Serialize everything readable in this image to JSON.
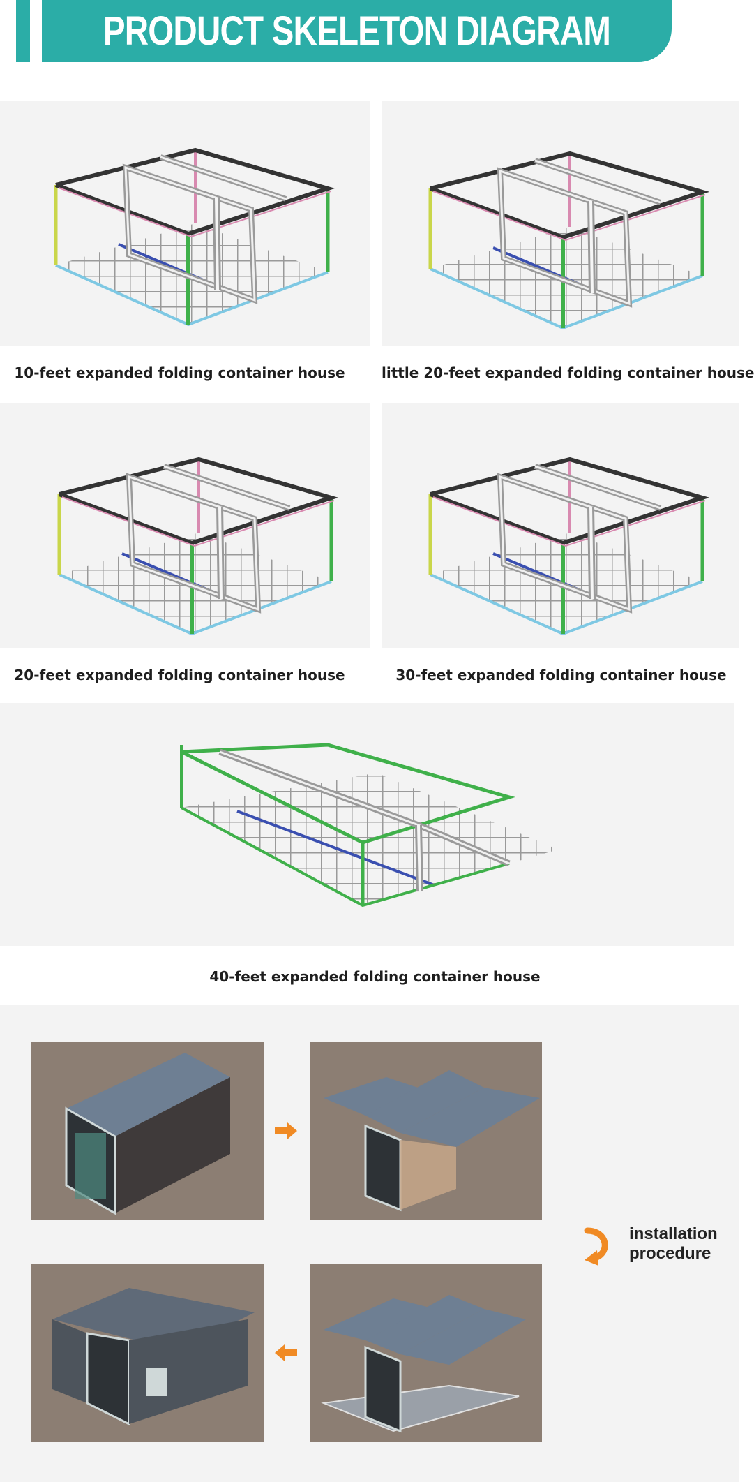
{
  "banner": {
    "title": "PRODUCT SKELETON DIAGRAM",
    "color": "#2bada7"
  },
  "models": [
    {
      "caption": "10-feet expanded folding container house"
    },
    {
      "caption": "little 20-feet expanded folding container house"
    },
    {
      "caption": "20-feet expanded folding container house"
    },
    {
      "caption": "30-feet expanded folding container house"
    },
    {
      "caption": "40-feet expanded folding container house"
    }
  ],
  "installation": {
    "label_line1": "installation",
    "label_line2": "procedure",
    "arrow_color": "#f08a24",
    "steps": [
      "folded-container-photo",
      "roof-panels-unfolding-photo",
      "floor-panels-unfolding-photo",
      "expanded-house-photo"
    ]
  }
}
